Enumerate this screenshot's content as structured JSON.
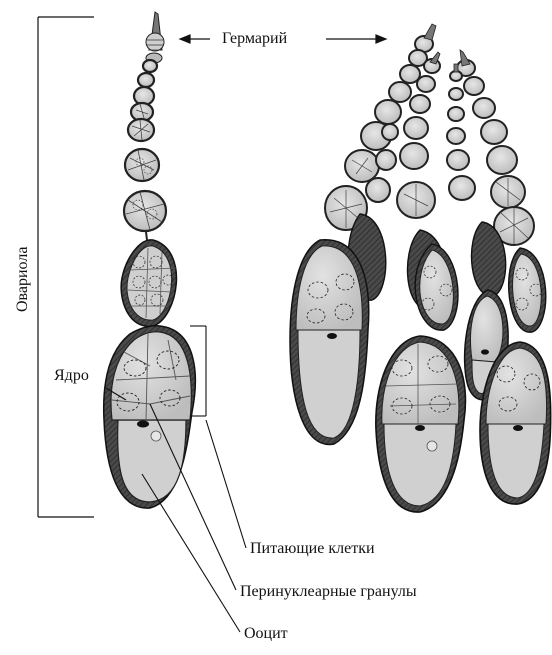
{
  "labels": {
    "germarium": "Гермарий",
    "ovariole": "Овариола",
    "nucleus": "Ядро",
    "nurse_cells": "Питающие клетки",
    "perinuclear_granules": "Перинуклеарные гранулы",
    "oocyte": "Ооцит"
  },
  "colors": {
    "cell_fill": "#d4d4d4",
    "chamber_dark": "#5a5a5a",
    "follicle_rim": "#3a3a3a",
    "oocyte_fill": "#cfcfcf",
    "line": "#111111"
  }
}
